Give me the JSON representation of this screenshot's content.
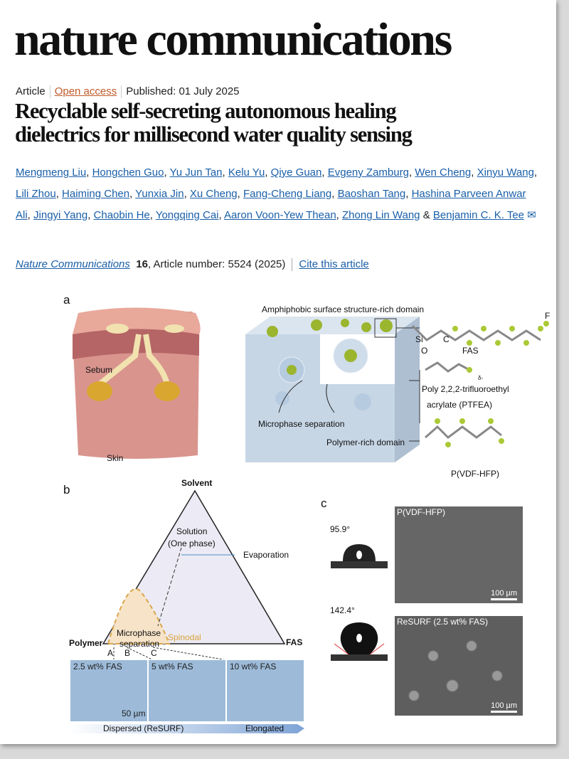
{
  "journal": "nature communications",
  "meta": {
    "type": "Article",
    "access": "Open access",
    "published": "Published: 01 July 2025"
  },
  "title": [
    "Recyclable self-secreting autonomous healing",
    "dielectrics for millisecond water quality sensing"
  ],
  "authors": [
    "Mengmeng Liu",
    "Hongchen Guo",
    "Yu Jun Tan",
    "Kelu Yu",
    "Qiye Guan",
    "Evgeny Zamburg",
    "Wen Cheng",
    "Xinyu Wang",
    "Lili Zhou",
    "Haiming Chen",
    "Yunxia Jin",
    "Xu Cheng",
    "Fang-Cheng Liang",
    "Baoshan Tang",
    "Hashina Parveen Anwar Ali",
    "Jingyi Yang",
    "Chaobin He",
    "Yongqing Cai",
    "Aaron Voon-Yew Thean",
    "Zhong Lin Wang",
    "Benjamin C. K. Tee"
  ],
  "citation": {
    "journal": "Nature Communications",
    "volume": "16",
    "rest": ", Article number: 5524 (2025)",
    "cite_link": "Cite this article"
  },
  "figure": {
    "a": {
      "label": "a",
      "sebum": "Sebum",
      "skin": "Skin",
      "surface": "Amphiphobic surface structure-rich domain",
      "si": "Si",
      "c": "C",
      "o": "O",
      "f": "F",
      "fas": "FAS",
      "ptfea1": "Poly 2,2,2-trifluoroethyl",
      "ptfea2": "acrylate (PTFEA)",
      "micro": "Microphase separation",
      "polyrich": "Polymer-rich domain",
      "pvdf": "P(VDF-HFP)",
      "delta": "δ-"
    },
    "b": {
      "label": "b",
      "solvent": "Solvent",
      "polymer": "Polymer",
      "fas": "FAS",
      "solution1": "Solution",
      "solution2": "(One phase)",
      "evap": "Evaporation",
      "micro1": "Microphase",
      "micro2": "separation",
      "spinodal": "Spinodal",
      "A": "A",
      "B": "B",
      "C": "C",
      "panels": [
        "2.5 wt% FAS",
        "5 wt% FAS",
        "10 wt% FAS"
      ],
      "scale": "50 µm",
      "dispersed": "Dispersed (ReSURF)",
      "elongated": "Elongated"
    },
    "c": {
      "label": "c",
      "angle1": "95.9°",
      "angle2": "142.4°",
      "sem1": "P(VDF-HFP)",
      "sem2": "ReSURF (2.5 wt% FAS)",
      "scale": "100 µm"
    }
  }
}
